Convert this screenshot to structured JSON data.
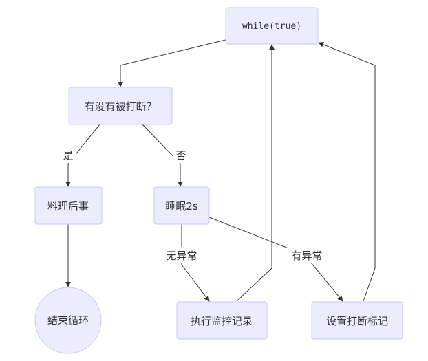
{
  "nodes": {
    "loop": "while(true)",
    "check": "有没有被打断？",
    "cleanup": "料理后事",
    "end": "结束循环",
    "sleep": "睡眠2s",
    "log": "执行监控记录",
    "mark": "设置打断标记"
  },
  "edge_labels": {
    "yes": "是",
    "no": "否",
    "no_exception": "无异常",
    "has_exception": "有异常"
  },
  "colors": {
    "node_fill": "#ececff",
    "node_border": "#c9c9f0",
    "edge": "#333333"
  }
}
